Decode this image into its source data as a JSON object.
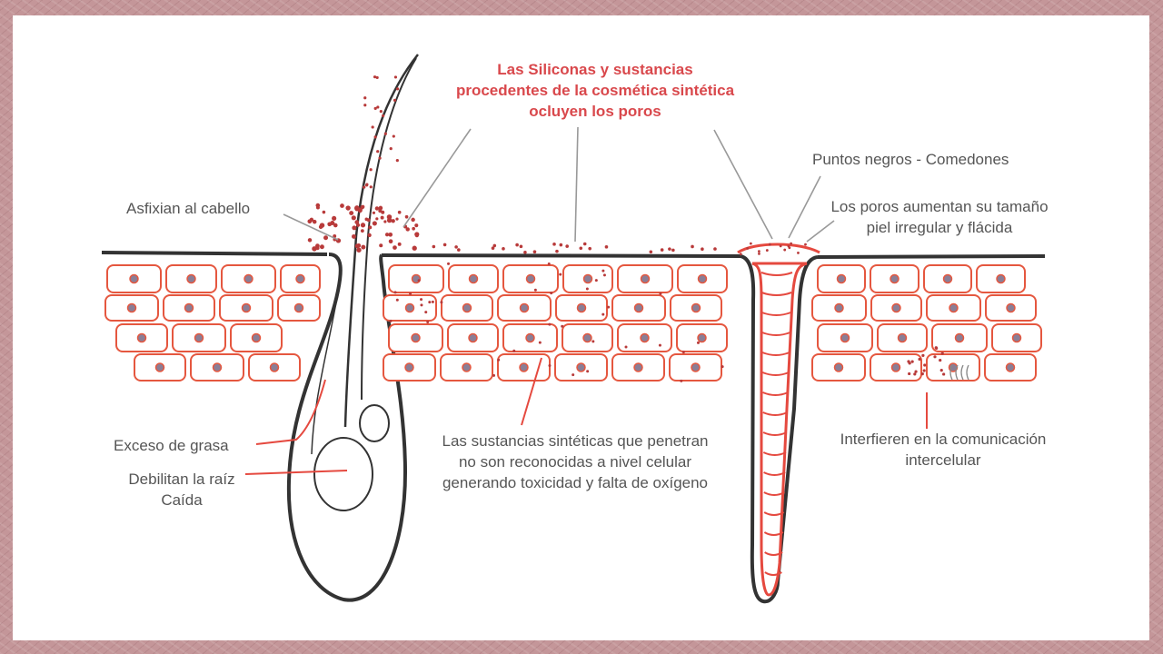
{
  "title": {
    "line1": "Las Siliconas y sustancias",
    "line2": "procedentes de la cosmética sintética",
    "line3": "ocluyen los poros"
  },
  "labels": {
    "asfixian": "Asfixian al cabello",
    "puntos_negros": "Puntos negros - Comedones",
    "poros_line1": "Los poros aumentan su tamaño",
    "poros_line2": "piel irregular y flácida",
    "exceso": "Exceso de grasa",
    "debilitan_line1": "Debilitan la raíz",
    "debilitan_line2": "Caída",
    "sustancias_line1": "Las sustancias sintéticas que penetran",
    "sustancias_line2": "no son reconocidas a nivel celular",
    "sustancias_line3": "generando toxicidad y falta de oxígeno",
    "interfieren_line1": "Interfieren en la comunicación",
    "interfieren_line2": "intercelular"
  },
  "colors": {
    "title_red": "#d9484c",
    "cell_outline": "#e5573f",
    "nucleus": "#8a7e96",
    "skin_line": "#333333",
    "text_gray": "#555555",
    "frame": "#c49699"
  }
}
